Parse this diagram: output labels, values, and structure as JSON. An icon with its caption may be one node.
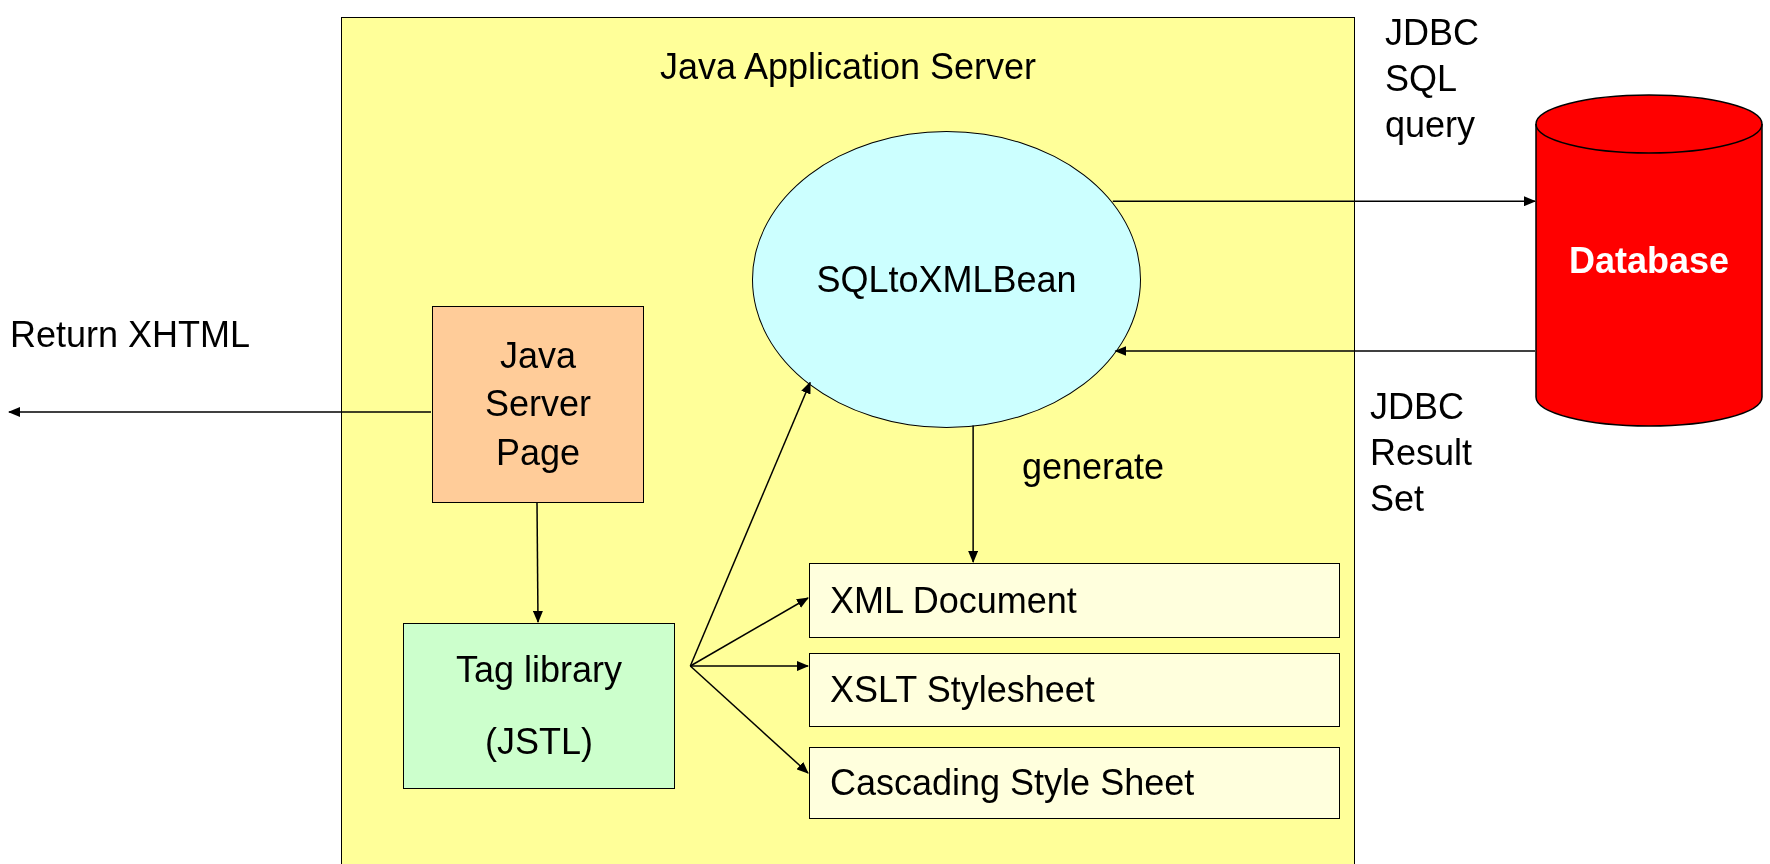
{
  "diagram": {
    "nodes": [
      {
        "text": [
          "Java Application Server"
        ]
      },
      {
        "text": [
          "SQLtoXMLBean"
        ],
        "in": 0
      },
      {
        "text": [
          "Java Server Page"
        ],
        "in": 0
      },
      {
        "text": [
          "Tag library",
          "(JSTL)"
        ],
        "in": 0
      },
      {
        "text": [
          "XML Document"
        ],
        "in": 0
      },
      {
        "text": [
          "XSLT Stylesheet"
        ],
        "in": 0
      },
      {
        "text": [
          "Cascading Style Sheet"
        ],
        "in": 0
      },
      {
        "text": [
          "Database"
        ]
      }
    ],
    "edges": [
      {
        "from": 1,
        "to": 7,
        "arrow": "to",
        "label": "JDBC SQL query"
      },
      {
        "from": 7,
        "to": 1,
        "arrow": "to",
        "label": "JDBC Result Set"
      },
      {
        "from": 2,
        "to": null,
        "arrow": "to",
        "label": "Return XHTML"
      },
      {
        "from": 2,
        "to": 3,
        "arrow": "to"
      },
      {
        "from": 1,
        "to": 4,
        "arrow": "to",
        "label": "generate"
      },
      {
        "from": 3,
        "to": 1,
        "arrow": "to"
      },
      {
        "from": 3,
        "to": 4,
        "arrow": "to"
      },
      {
        "from": 3,
        "to": 5,
        "arrow": "to"
      },
      {
        "from": 3,
        "to": 6,
        "arrow": "to"
      }
    ]
  }
}
